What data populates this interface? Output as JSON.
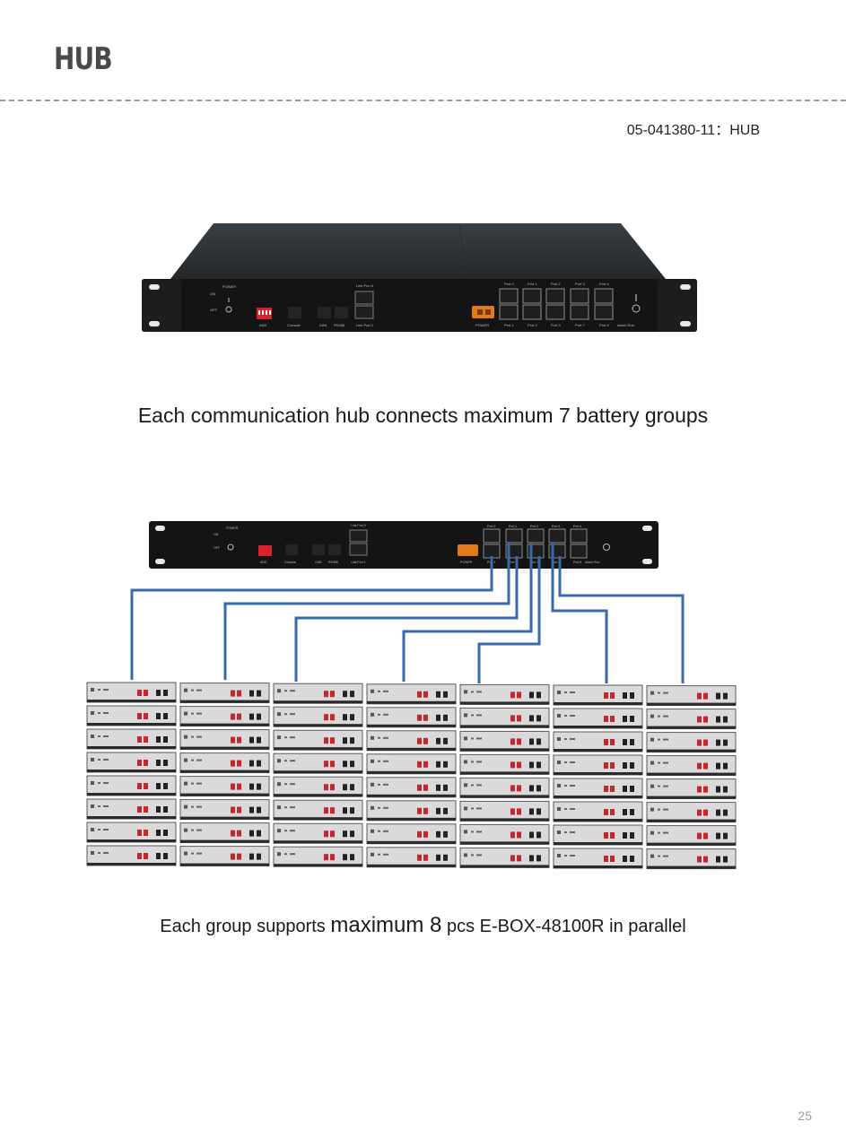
{
  "header": {
    "title": "HUB",
    "part_number": "05-041380-11：HUB"
  },
  "device": {
    "power_label": "POWER",
    "on_label": "ON",
    "off_label": "OFF",
    "addr_label": "ADD",
    "console_label": "Console",
    "can_label": "CAN",
    "rs485_label": "RS485",
    "link_port_0_label": "Link Port 0",
    "link_port_1_label": "Link Port 1",
    "power_input_label": "POWER",
    "ports_top": [
      "Port 0",
      "Port 1",
      "Port 2",
      "Port 3",
      "Port 4"
    ],
    "ports_bottom": [
      "Port 1",
      "Port 2",
      "Port 3",
      "Port 7",
      "Port 8"
    ],
    "extra_label": "Alarm Run"
  },
  "captions": {
    "hub_caption": "Each communication hub connects maximum 7 battery groups",
    "group_caption_pre": "Each group supports ",
    "group_caption_big": "maximum 8",
    "group_caption_post": " pcs E-BOX-48100R in parallel"
  },
  "diagram": {
    "groups": 7,
    "modules_per_group": 8
  },
  "colors": {
    "cable": "#3a6aa8",
    "chassis": "#141414",
    "module_face": "#dadada",
    "terminal": "#c0282d",
    "power_connector": "#e07a1a"
  },
  "footer": {
    "page_number": "25"
  }
}
